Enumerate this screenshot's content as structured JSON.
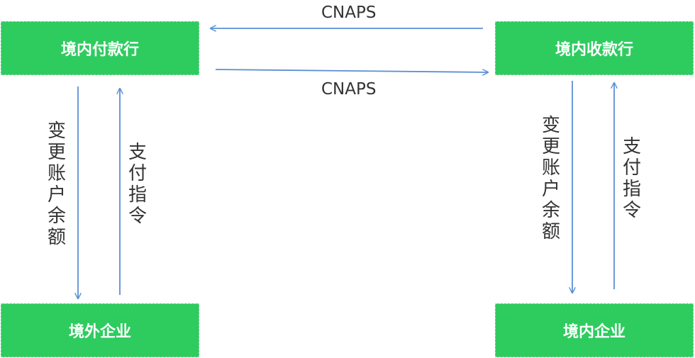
{
  "nodes": {
    "payer_bank": "境内付款行",
    "payee_bank": "境内收款行",
    "foreign_enterprise": "境外企业",
    "domestic_enterprise": "境内企业"
  },
  "edges": {
    "cnaps_top": "CNAPS",
    "cnaps_bottom": "CNAPS",
    "change_balance_left": "变更账户余额",
    "payment_instruction_left": "支付指令",
    "change_balance_right": "变更账户余额",
    "payment_instruction_right": "支付指令"
  },
  "colors": {
    "node_fill": "#2ecc5f",
    "node_text": "#ffffff",
    "arrow": "#5b8fd6"
  }
}
